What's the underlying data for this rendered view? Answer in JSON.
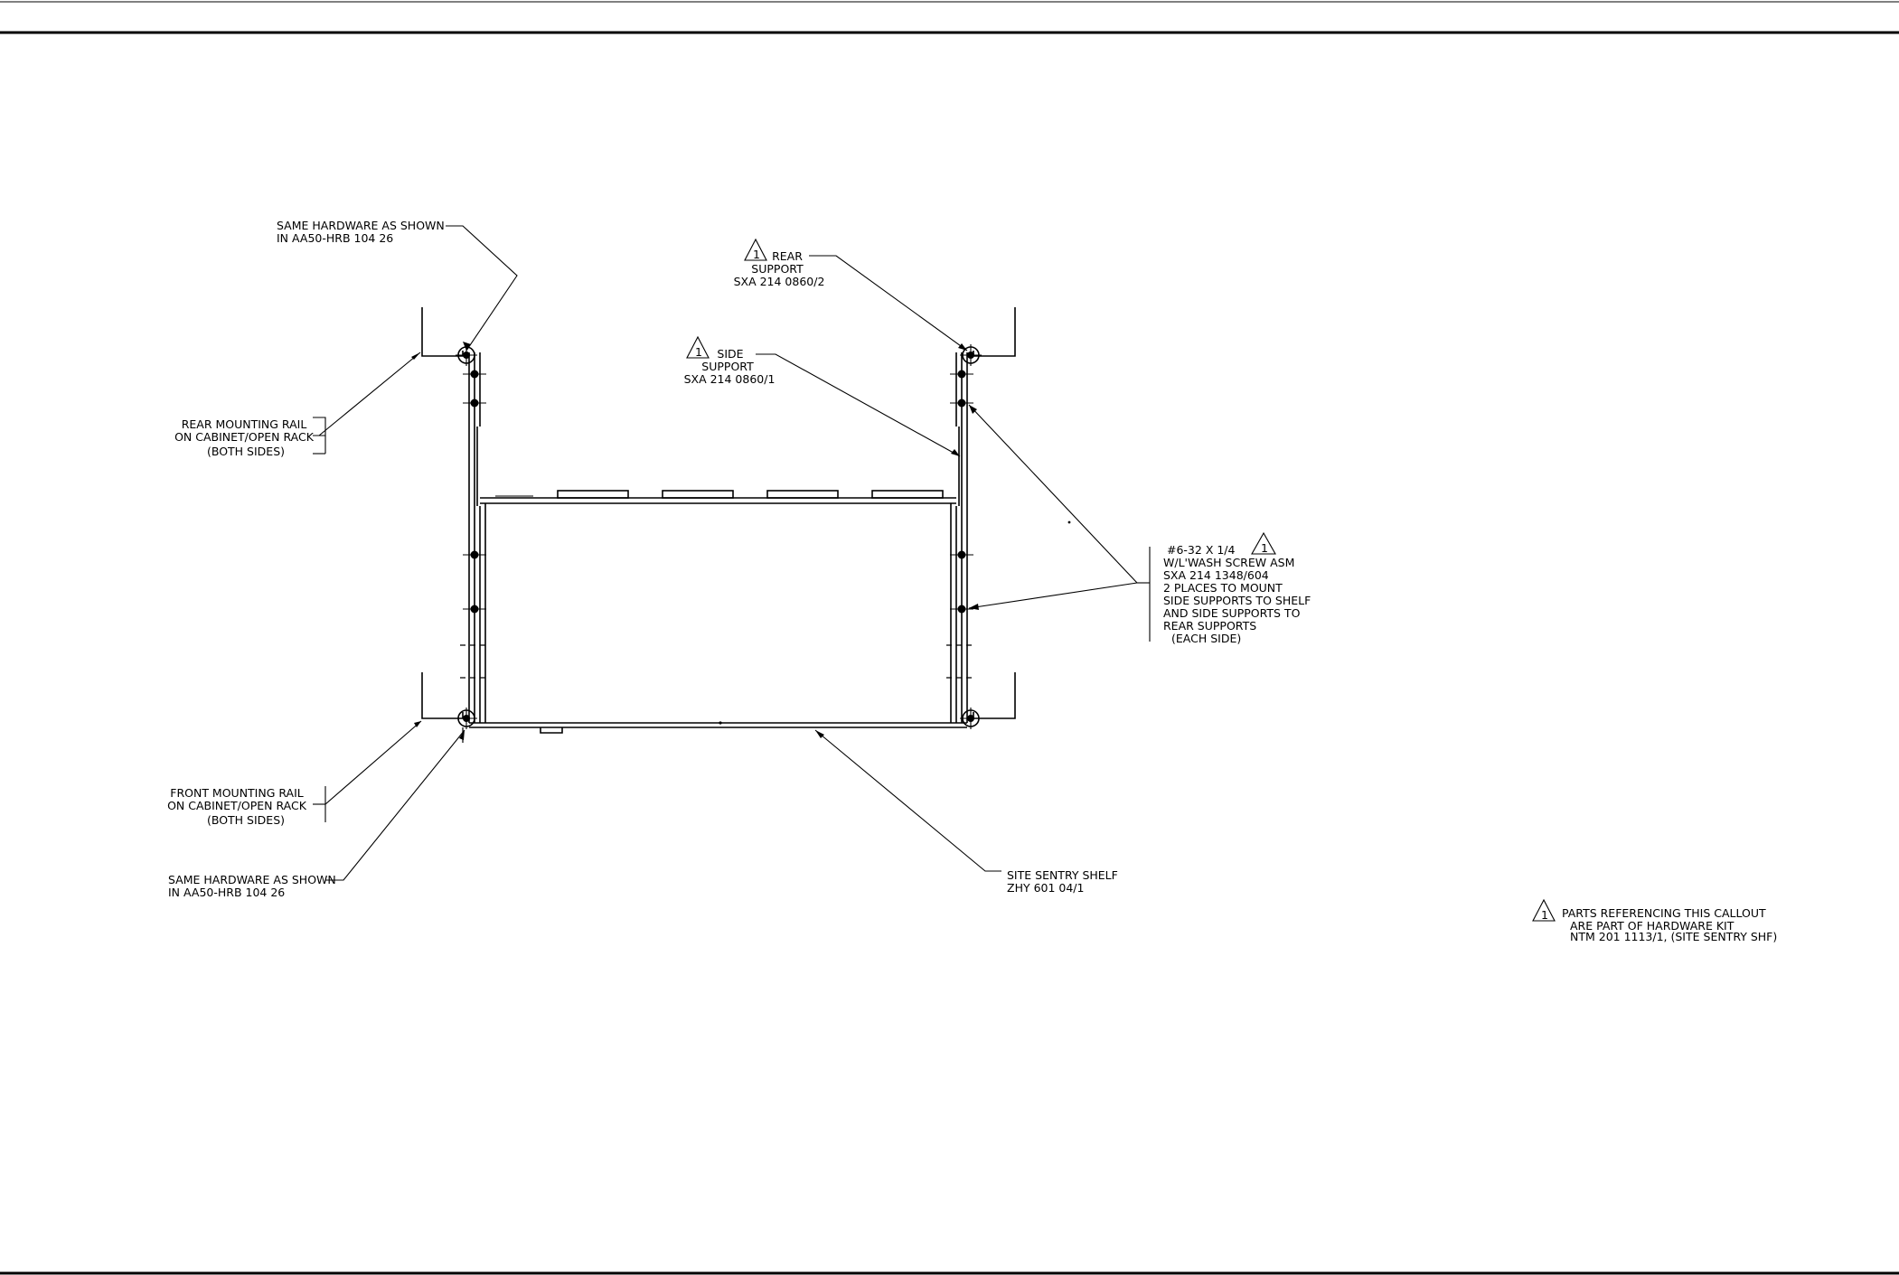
{
  "callouts": {
    "hardware_top": [
      "SAME HARDWARE AS SHOWN",
      "IN AA50-HRB 104 26"
    ],
    "rear_rail": [
      "REAR MOUNTING RAIL",
      "ON CABINET/OPEN RACK",
      "(BOTH SIDES)"
    ],
    "rear_support": [
      "REAR",
      "SUPPORT",
      "SXA 214 0860/2"
    ],
    "side_support": [
      "SIDE",
      "SUPPORT",
      "SXA 214 0860/1"
    ],
    "screw": [
      "#6-32 X 1/4",
      "W/L'WASH SCREW ASM",
      "SXA 214 1348/604",
      "2 PLACES TO MOUNT",
      "SIDE SUPPORTS TO SHELF",
      "AND SIDE SUPPORTS TO",
      "REAR SUPPORTS",
      "(EACH SIDE)"
    ],
    "front_rail": [
      "FRONT MOUNTING RAIL",
      "ON CABINET/OPEN RACK",
      "(BOTH SIDES)"
    ],
    "hardware_bottom": [
      "SAME HARDWARE AS SHOWN",
      "IN AA50-HRB 104 26"
    ],
    "shelf": [
      "SITE SENTRY SHELF",
      "ZHY 601 04/1"
    ],
    "note": [
      "PARTS REFERENCING THIS CALLOUT",
      "ARE PART OF HARDWARE KIT",
      "NTM 201 1113/1, (SITE SENTRY SHF)"
    ]
  },
  "revision_marker": "1"
}
